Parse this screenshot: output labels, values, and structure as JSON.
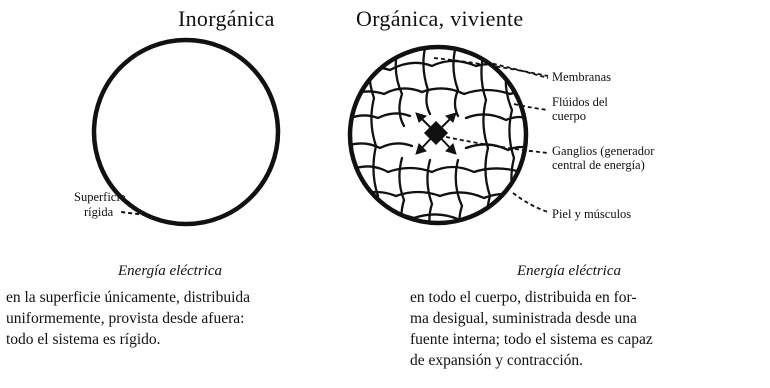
{
  "left": {
    "title": "Inorgánica",
    "label_surface_1": "Superficie",
    "label_surface_2": "rígida",
    "caption": "Energía eléctrica",
    "description": "en la superficie únicamente, distribuida\nuniformemente, provista desde afuera:\ntodo el sistema es rígido."
  },
  "right": {
    "title": "Orgánica, viviente",
    "label_membranes": "Membranas",
    "label_fluids_1": "Flúidos del",
    "label_fluids_2": "cuerpo",
    "label_ganglia_1": "Ganglios (generador",
    "label_ganglia_2": "central de energía)",
    "label_skin": "Piel y músculos",
    "caption": "Energía eléctrica",
    "description": "en todo el cuerpo, distribuida en for-\nma desigual, suministrada desde una\nfuente interna; todo el sistema es capaz\nde expansión y contracción."
  }
}
